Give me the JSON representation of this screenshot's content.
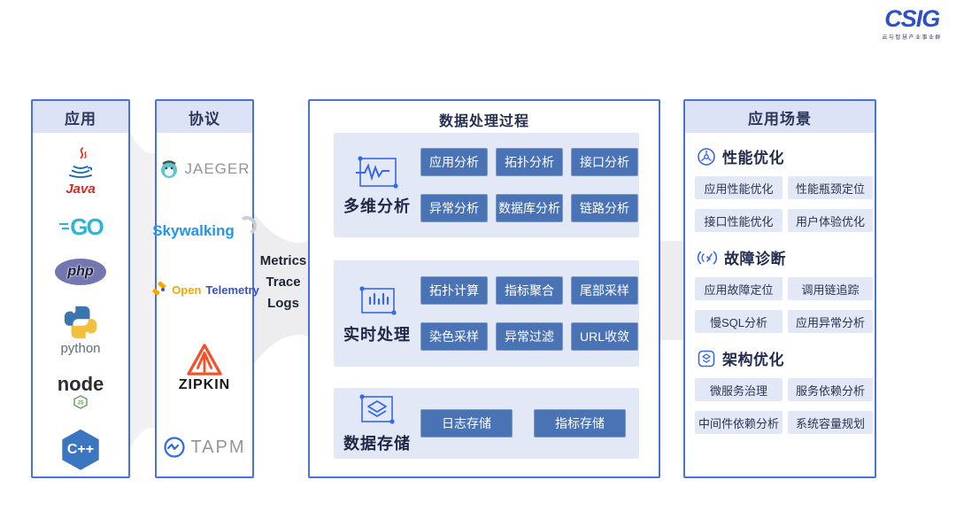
{
  "logo": {
    "text": "CSIG",
    "subtitle": "云与智慧产业事业群"
  },
  "colors": {
    "border_blue": "#4c70e0",
    "header_band": "#dde3f7",
    "section_bg": "#e3e8f6",
    "button_blue": "#4a73b6",
    "chip_bg": "#e3e8f7",
    "funnel_gray": "#ededf0",
    "icon_blue": "#3668e8",
    "csig_blue": "#2b50c8",
    "java_red": "#d6281f",
    "go_cyan": "#2ab5dd",
    "php_purple": "#7377af",
    "node_green": "#5fa04e",
    "zipkin_orange": "#f4502a",
    "otel_orange": "#f5a800",
    "sky_blue": "#2196f3"
  },
  "columns": {
    "apps": {
      "title": "应用",
      "items": [
        {
          "name": "java",
          "label": "Java"
        },
        {
          "name": "go",
          "label": "GO"
        },
        {
          "name": "php",
          "label": "php"
        },
        {
          "name": "python",
          "label": "python"
        },
        {
          "name": "nodejs",
          "label": "node",
          "badge": "JS"
        },
        {
          "name": "cpp",
          "label": "C++"
        }
      ]
    },
    "protocols": {
      "title": "协议",
      "items": [
        {
          "name": "jaeger",
          "label": "JAEGER"
        },
        {
          "name": "skywalking",
          "label": "Skywalking"
        },
        {
          "name": "opentelemetry",
          "label_primary": "Open",
          "label_secondary": "Telemetry"
        },
        {
          "name": "zipkin",
          "label": "ZIPKIN"
        },
        {
          "name": "tapm",
          "label": "TAPM"
        }
      ]
    }
  },
  "flow": {
    "labels": [
      "Metrics",
      "Trace",
      "Logs"
    ]
  },
  "process": {
    "title": "数据处理过程",
    "sections": [
      {
        "label": "多维分析",
        "icon": "waveform-icon",
        "buttons": [
          "应用分析",
          "拓扑分析",
          "接口分析",
          "异常分析",
          "数据库分析",
          "链路分析"
        ]
      },
      {
        "label": "实时处理",
        "icon": "bars-icon",
        "buttons": [
          "拓扑计算",
          "指标聚合",
          "尾部采样",
          "染色采样",
          "异常过滤",
          "URL收敛"
        ]
      },
      {
        "label": "数据存储",
        "icon": "layers-icon",
        "buttons": [
          "日志存储",
          "指标存储"
        ]
      }
    ]
  },
  "scenarios": {
    "title": "应用场景",
    "groups": [
      {
        "label": "性能优化",
        "icon": "gauge-icon",
        "items": [
          "应用性能优化",
          "性能瓶颈定位",
          "接口性能优化",
          "用户体验优化"
        ]
      },
      {
        "label": "故障诊断",
        "icon": "diagnose-icon",
        "items": [
          "应用故障定位",
          "调用链追踪",
          "慢SQL分析",
          "应用异常分析"
        ]
      },
      {
        "label": "架构优化",
        "icon": "architecture-icon",
        "items": [
          "微服务治理",
          "服务依赖分析",
          "中间件依赖分析",
          "系统容量规划"
        ]
      }
    ]
  }
}
